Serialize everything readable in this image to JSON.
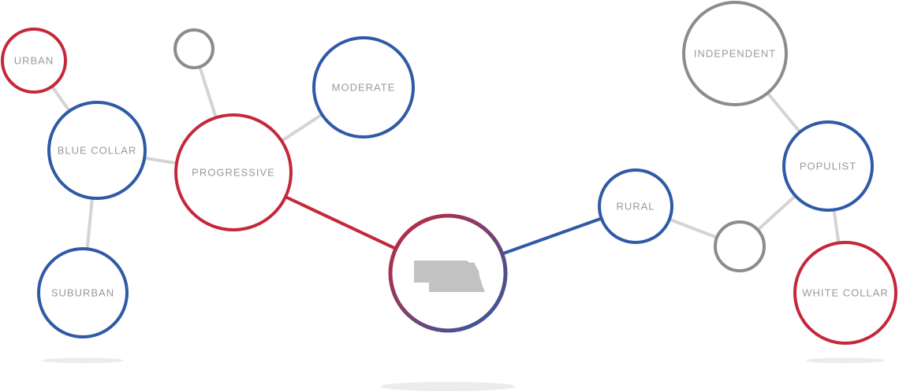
{
  "colors": {
    "red": "#c4283a",
    "blue": "#2f5aa6",
    "gray": "#8c8c8c",
    "link_gray": "#d4d4d4",
    "label_gray": "#9a9a9a",
    "state_fill": "#c2c2c2",
    "shadow": "#ececec"
  },
  "nodes": {
    "urban": {
      "label": "URBAN",
      "color": "red"
    },
    "blue_collar": {
      "label": "BLUE COLLAR",
      "color": "blue"
    },
    "suburban": {
      "label": "SUBURBAN",
      "color": "blue"
    },
    "small_gray_left": {
      "label": "",
      "color": "gray"
    },
    "progressive": {
      "label": "PROGRESSIVE",
      "color": "red"
    },
    "moderate": {
      "label": "MODERATE",
      "color": "blue"
    },
    "center": {
      "label": "",
      "icon": "nebraska-state-icon",
      "color": "gradient-red-blue"
    },
    "rural": {
      "label": "RURAL",
      "color": "blue"
    },
    "small_gray_right": {
      "label": "",
      "color": "gray"
    },
    "independent": {
      "label": "INDEPENDENT",
      "color": "gray"
    },
    "populist": {
      "label": "POPULIST",
      "color": "blue"
    },
    "white_collar": {
      "label": "WHITE COLLAR",
      "color": "red"
    }
  },
  "links": [
    {
      "from": "urban",
      "to": "blue_collar",
      "color": "link_gray"
    },
    {
      "from": "blue_collar",
      "to": "suburban",
      "color": "link_gray"
    },
    {
      "from": "blue_collar",
      "to": "progressive",
      "color": "link_gray"
    },
    {
      "from": "small_gray_left",
      "to": "progressive",
      "color": "link_gray"
    },
    {
      "from": "progressive",
      "to": "moderate",
      "color": "link_gray"
    },
    {
      "from": "progressive",
      "to": "center",
      "color": "red"
    },
    {
      "from": "center",
      "to": "rural",
      "color": "blue"
    },
    {
      "from": "rural",
      "to": "small_gray_right",
      "color": "link_gray"
    },
    {
      "from": "small_gray_right",
      "to": "populist",
      "color": "link_gray"
    },
    {
      "from": "independent",
      "to": "populist",
      "color": "link_gray"
    },
    {
      "from": "populist",
      "to": "white_collar",
      "color": "link_gray"
    }
  ]
}
